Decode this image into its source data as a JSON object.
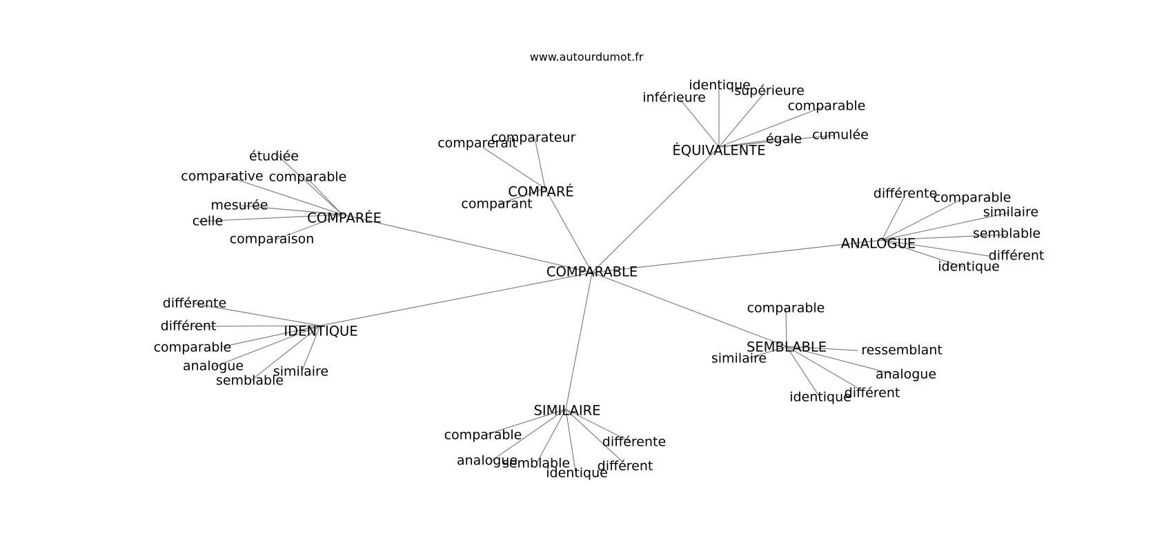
{
  "source": "www.autourdumot.fr",
  "graph": {
    "root": "COMPARABLE",
    "hubs": [
      {
        "id": "equivalente",
        "label": "ÉQUIVALENTE",
        "children": [
          "inférieure",
          "identique",
          "supérieure",
          "comparable",
          "égale",
          "cumulée"
        ]
      },
      {
        "id": "compare",
        "label": "COMPARÉ",
        "children": [
          "comparerait",
          "comparateur",
          "comparant"
        ]
      },
      {
        "id": "comparee",
        "label": "COMPARÉE",
        "children": [
          "étudiée",
          "comparative",
          "comparable",
          "mesurée",
          "celle",
          "comparaison"
        ]
      },
      {
        "id": "analogue",
        "label": "ANALOGUE",
        "children": [
          "différente",
          "comparable",
          "similaire",
          "semblable",
          "différent",
          "identique"
        ]
      },
      {
        "id": "identique",
        "label": "IDENTIQUE",
        "children": [
          "différente",
          "différent",
          "comparable",
          "analogue",
          "semblable",
          "similaire"
        ]
      },
      {
        "id": "semblable",
        "label": "SEMBLABLE",
        "children": [
          "comparable",
          "ressemblant",
          "similaire",
          "analogue",
          "différent",
          "identique"
        ]
      },
      {
        "id": "similaire",
        "label": "SIMILAIRE",
        "children": [
          "comparable",
          "analogue",
          "semblable",
          "identique",
          "différente",
          "différent"
        ]
      }
    ]
  }
}
